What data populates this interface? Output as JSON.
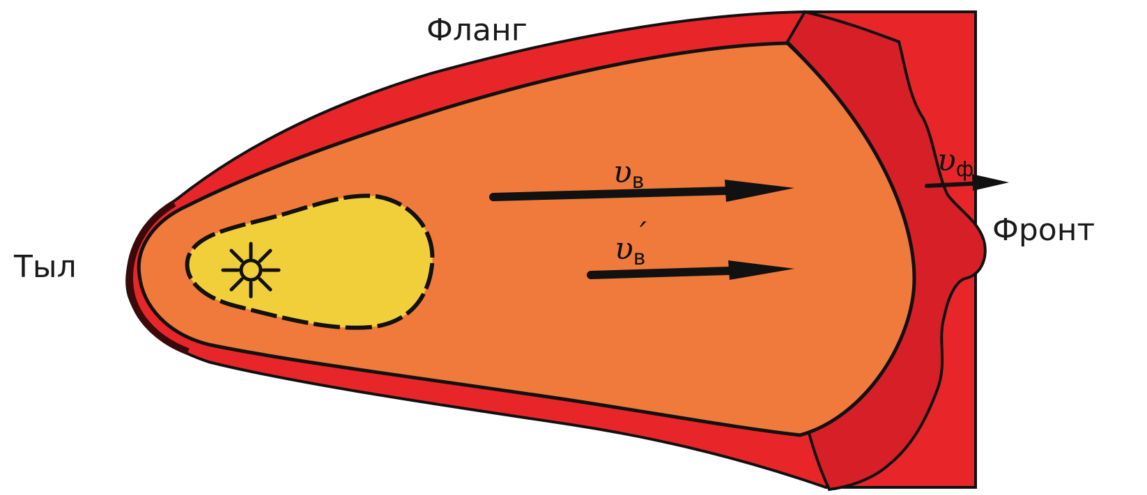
{
  "labels": {
    "flank": "Фланг",
    "rear": "Тыл",
    "front": "Фронт"
  },
  "velocities": {
    "wind_symbol": "υ",
    "wind_subscript": "в",
    "wind_prime_symbol": "υ",
    "wind_prime_subscript": "в",
    "wind_prime_mark": "′",
    "front_symbol": "υ",
    "front_subscript": "ф"
  },
  "colors": {
    "outer_edge": "#e8262a",
    "front_edge": "#d61f26",
    "burned_area": "#ef7a3c",
    "ignition_zone": "#f0cf3a",
    "outline": "#111111"
  },
  "icons": {
    "ignition_point": "sun-icon"
  }
}
